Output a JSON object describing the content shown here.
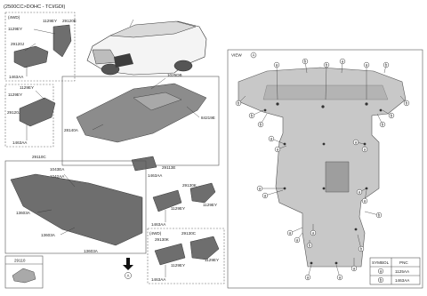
{
  "header": {
    "title": "(2500CC>DOHC - TCI/GDI)"
  },
  "group_4wd_top": {
    "label": "(4WD)",
    "parts": [
      "1129EY",
      "29120E",
      "1129EY",
      "29120J",
      "1463AA"
    ]
  },
  "group_mid_left": {
    "parts": [
      "1129EY",
      "1129EY",
      "29120J",
      "1463AA"
    ]
  },
  "center_panel": {
    "parts": [
      "1025DB",
      "84219E",
      "28140A",
      "29113E",
      "1463AA"
    ]
  },
  "lower_panel": {
    "title": "29110C",
    "parts": [
      "1043EA",
      "1042AA",
      "13603A",
      "13603A",
      "13603A"
    ]
  },
  "brackets_2wd": {
    "parts": [
      "29130K",
      "1129EY",
      "1129EY",
      "1463AA"
    ]
  },
  "brackets_4wd": {
    "label": "(4WD)",
    "parts": [
      "29130K",
      "29130C",
      "1129EY",
      "1129EY",
      "1463AA"
    ]
  },
  "legend_part": {
    "label": "29110"
  },
  "view_arrow": {
    "marker": "A"
  },
  "view_panel": {
    "title": "VIEW",
    "marker": "A"
  },
  "symbol_table": {
    "headers": [
      "SYMBOL",
      "PNC"
    ],
    "rows": [
      {
        "symbol": "a",
        "pnc": "1125AA"
      },
      {
        "symbol": "b",
        "pnc": "1463AA"
      }
    ]
  },
  "view_callouts": {
    "top": [
      "a",
      "b",
      "b",
      "a",
      "b",
      "a",
      "b",
      "b"
    ],
    "upper_sides": [
      "b",
      "b",
      "b",
      "b"
    ],
    "mid": [
      "a",
      "a",
      "a",
      "a",
      "a",
      "a",
      "a",
      "a"
    ],
    "lower": [
      "b",
      "b",
      "a",
      "a",
      "a",
      "a",
      "a",
      "a",
      "b"
    ]
  }
}
